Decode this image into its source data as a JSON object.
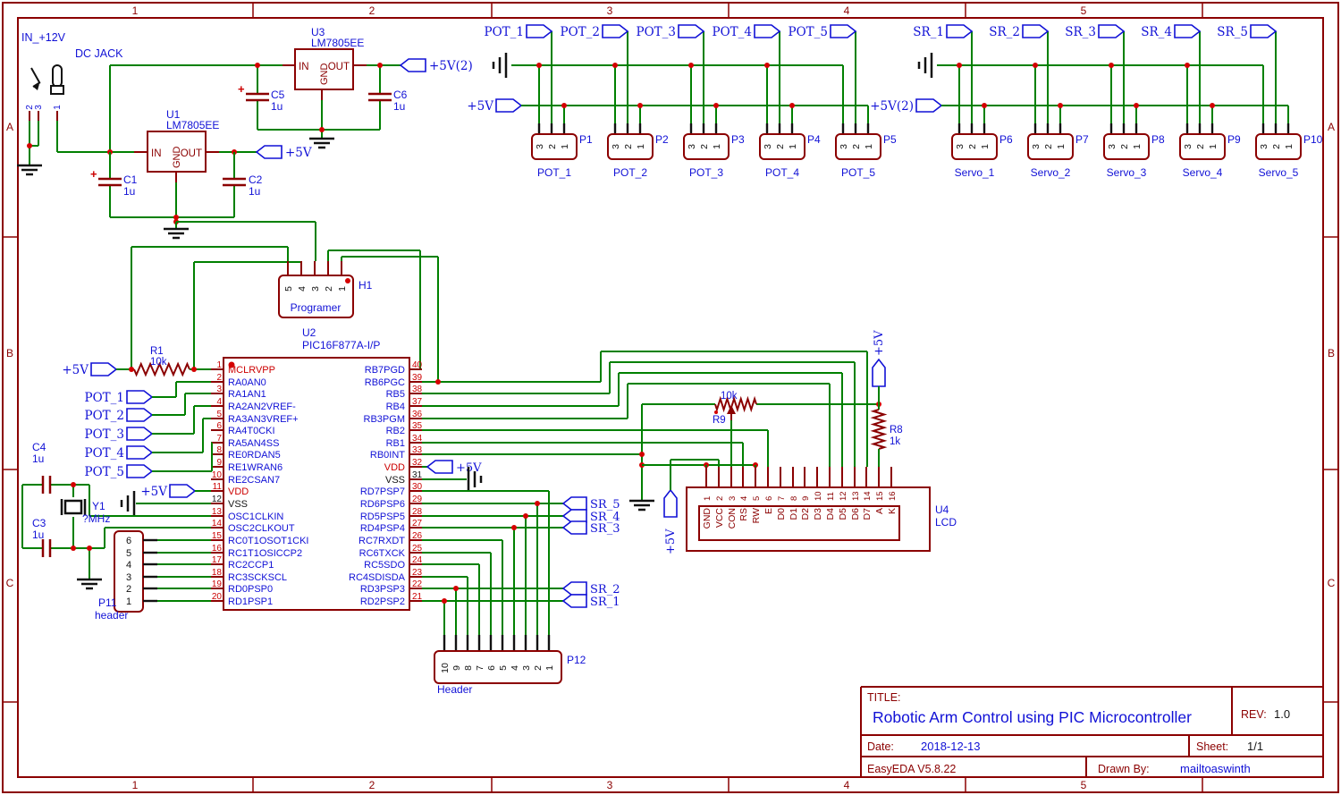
{
  "border": {
    "columns": [
      "1",
      "2",
      "3",
      "4",
      "5"
    ],
    "rows": [
      "A",
      "B",
      "C"
    ]
  },
  "colors": {
    "wire": "#008000",
    "component": "#8B0000",
    "text_blue": "#1111D6",
    "accent_red": "#CC0000",
    "junction": "#D40000"
  },
  "power": {
    "input_label": "IN_+12V",
    "jack_label": "DC JACK",
    "jack_pins": [
      "2",
      "3",
      "1"
    ],
    "u3": {
      "ref": "U3",
      "part": "LM7805EE",
      "pin_in": "IN",
      "pin_gnd": "GND",
      "pin_out": "OUT"
    },
    "u1": {
      "ref": "U1",
      "part": "LM7805EE",
      "pin_in": "IN",
      "pin_gnd": "GND",
      "pin_out": "OUT"
    },
    "c5": {
      "ref": "C5",
      "value": "1u"
    },
    "c6": {
      "ref": "C6",
      "value": "1u"
    },
    "c1": {
      "ref": "C1",
      "value": "1u"
    },
    "c2": {
      "ref": "C2",
      "value": "1u"
    },
    "flag_5v2": "+5V(2)",
    "flag_5v": "+5V"
  },
  "pot_bank": {
    "flags": [
      "POT_1",
      "POT_2",
      "POT_3",
      "POT_4",
      "POT_5"
    ],
    "supply_flag": "+5V",
    "connectors": [
      {
        "ref": "P1",
        "label": "POT_1",
        "pins": [
          "3",
          "2",
          "1"
        ]
      },
      {
        "ref": "P2",
        "label": "POT_2",
        "pins": [
          "3",
          "2",
          "1"
        ]
      },
      {
        "ref": "P3",
        "label": "POT_3",
        "pins": [
          "3",
          "2",
          "1"
        ]
      },
      {
        "ref": "P4",
        "label": "POT_4",
        "pins": [
          "3",
          "2",
          "1"
        ]
      },
      {
        "ref": "P5",
        "label": "POT_5",
        "pins": [
          "3",
          "2",
          "1"
        ]
      }
    ]
  },
  "servo_bank": {
    "flags": [
      "SR_1",
      "SR_2",
      "SR_3",
      "SR_4",
      "SR_5"
    ],
    "supply_flag": "+5V(2)",
    "connectors": [
      {
        "ref": "P6",
        "label": "Servo_1",
        "pins": [
          "3",
          "2",
          "1"
        ]
      },
      {
        "ref": "P7",
        "label": "Servo_2",
        "pins": [
          "3",
          "2",
          "1"
        ]
      },
      {
        "ref": "P8",
        "label": "Servo_3",
        "pins": [
          "3",
          "2",
          "1"
        ]
      },
      {
        "ref": "P9",
        "label": "Servo_4",
        "pins": [
          "3",
          "2",
          "1"
        ]
      },
      {
        "ref": "P10",
        "label": "Servo_5",
        "pins": [
          "3",
          "2",
          "1"
        ]
      }
    ]
  },
  "programmer": {
    "ref": "H1",
    "label": "Programer",
    "pins": [
      "5",
      "4",
      "3",
      "2",
      "1"
    ]
  },
  "mcu": {
    "ref": "U2",
    "part": "PIC16F877A-I/P",
    "left_pins": [
      {
        "num": "1",
        "name": "MCLRVPP"
      },
      {
        "num": "2",
        "name": "RA0AN0"
      },
      {
        "num": "3",
        "name": "RA1AN1"
      },
      {
        "num": "4",
        "name": "RA2AN2VREF-"
      },
      {
        "num": "5",
        "name": "RA3AN3VREF+"
      },
      {
        "num": "6",
        "name": "RA4T0CKI"
      },
      {
        "num": "7",
        "name": "RA5AN4SS"
      },
      {
        "num": "8",
        "name": "RE0RDAN5"
      },
      {
        "num": "9",
        "name": "RE1WRAN6"
      },
      {
        "num": "10",
        "name": "RE2CSAN7"
      },
      {
        "num": "11",
        "name": "VDD"
      },
      {
        "num": "12",
        "name": "VSS"
      },
      {
        "num": "13",
        "name": "OSC1CLKIN"
      },
      {
        "num": "14",
        "name": "OSC2CLKOUT"
      },
      {
        "num": "15",
        "name": "RC0T1OSOT1CKI"
      },
      {
        "num": "16",
        "name": "RC1T1OSICCP2"
      },
      {
        "num": "17",
        "name": "RC2CCP1"
      },
      {
        "num": "18",
        "name": "RC3SCKSCL"
      },
      {
        "num": "19",
        "name": "RD0PSP0"
      },
      {
        "num": "20",
        "name": "RD1PSP1"
      }
    ],
    "right_pins": [
      {
        "num": "40",
        "name": "RB7PGD"
      },
      {
        "num": "39",
        "name": "RB6PGC"
      },
      {
        "num": "38",
        "name": "RB5"
      },
      {
        "num": "37",
        "name": "RB4"
      },
      {
        "num": "36",
        "name": "RB3PGM"
      },
      {
        "num": "35",
        "name": "RB2"
      },
      {
        "num": "34",
        "name": "RB1"
      },
      {
        "num": "33",
        "name": "RB0INT"
      },
      {
        "num": "32",
        "name": "VDD"
      },
      {
        "num": "31",
        "name": "VSS"
      },
      {
        "num": "30",
        "name": "RD7PSP7"
      },
      {
        "num": "29",
        "name": "RD6PSP6"
      },
      {
        "num": "28",
        "name": "RD5PSP5"
      },
      {
        "num": "27",
        "name": "RD4PSP4"
      },
      {
        "num": "26",
        "name": "RC7RXDT"
      },
      {
        "num": "25",
        "name": "RC6TXCK"
      },
      {
        "num": "24",
        "name": "RC5SDO"
      },
      {
        "num": "23",
        "name": "RC4SDISDA"
      },
      {
        "num": "22",
        "name": "RD3PSP3"
      },
      {
        "num": "21",
        "name": "RD2PSP2"
      }
    ]
  },
  "left_flags": {
    "mclr_5v": "+5V",
    "pots": [
      "POT_1",
      "POT_2",
      "POT_3",
      "POT_4",
      "POT_5"
    ],
    "vdd_5v": "+5V"
  },
  "sr_flags_upper": [
    "SR_5",
    "SR_4",
    "SR_3"
  ],
  "sr_flags_lower": [
    "SR_2",
    "SR_1"
  ],
  "vdd32_flag": "+5V",
  "lcd_5v_flag": "+5V",
  "r8_5v_flag": "+5V",
  "r1": {
    "ref": "R1",
    "value": "10k"
  },
  "r9": {
    "ref": "R9",
    "value": "10k"
  },
  "r8": {
    "ref": "R8",
    "value": "1k"
  },
  "c4": {
    "ref": "C4",
    "value": "1u"
  },
  "c3": {
    "ref": "C3",
    "value": "1u"
  },
  "y1": {
    "ref": "Y1",
    "value": "?MHz"
  },
  "p11": {
    "ref": "P11",
    "label": "header",
    "pins": [
      "6",
      "5",
      "4",
      "3",
      "2",
      "1"
    ]
  },
  "p12": {
    "ref": "P12",
    "label": "Header",
    "pins": [
      "10",
      "9",
      "8",
      "7",
      "6",
      "5",
      "4",
      "3",
      "2",
      "1"
    ]
  },
  "lcd": {
    "ref": "U4",
    "part": "LCD",
    "pin_numbers": [
      "1",
      "2",
      "3",
      "4",
      "5",
      "6",
      "7",
      "8",
      "9",
      "10",
      "11",
      "12",
      "13",
      "14",
      "15",
      "16"
    ],
    "pin_names": [
      "GND",
      "VCC",
      "CON",
      "RS",
      "RW",
      "E",
      "D0",
      "D1",
      "D2",
      "D3",
      "D4",
      "D5",
      "D6",
      "D7",
      "A",
      "K"
    ]
  },
  "title_block": {
    "title_label": "TITLE:",
    "title": "Robotic Arm Control using PIC Microcontroller",
    "rev_label": "REV:",
    "rev": "1.0",
    "date_label": "Date:",
    "date": "2018-12-13",
    "sheet_label": "Sheet:",
    "sheet": "1/1",
    "tool": "EasyEDA V5.8.22",
    "drawn_by_label": "Drawn By:",
    "drawn_by": "mailtoaswinth"
  }
}
